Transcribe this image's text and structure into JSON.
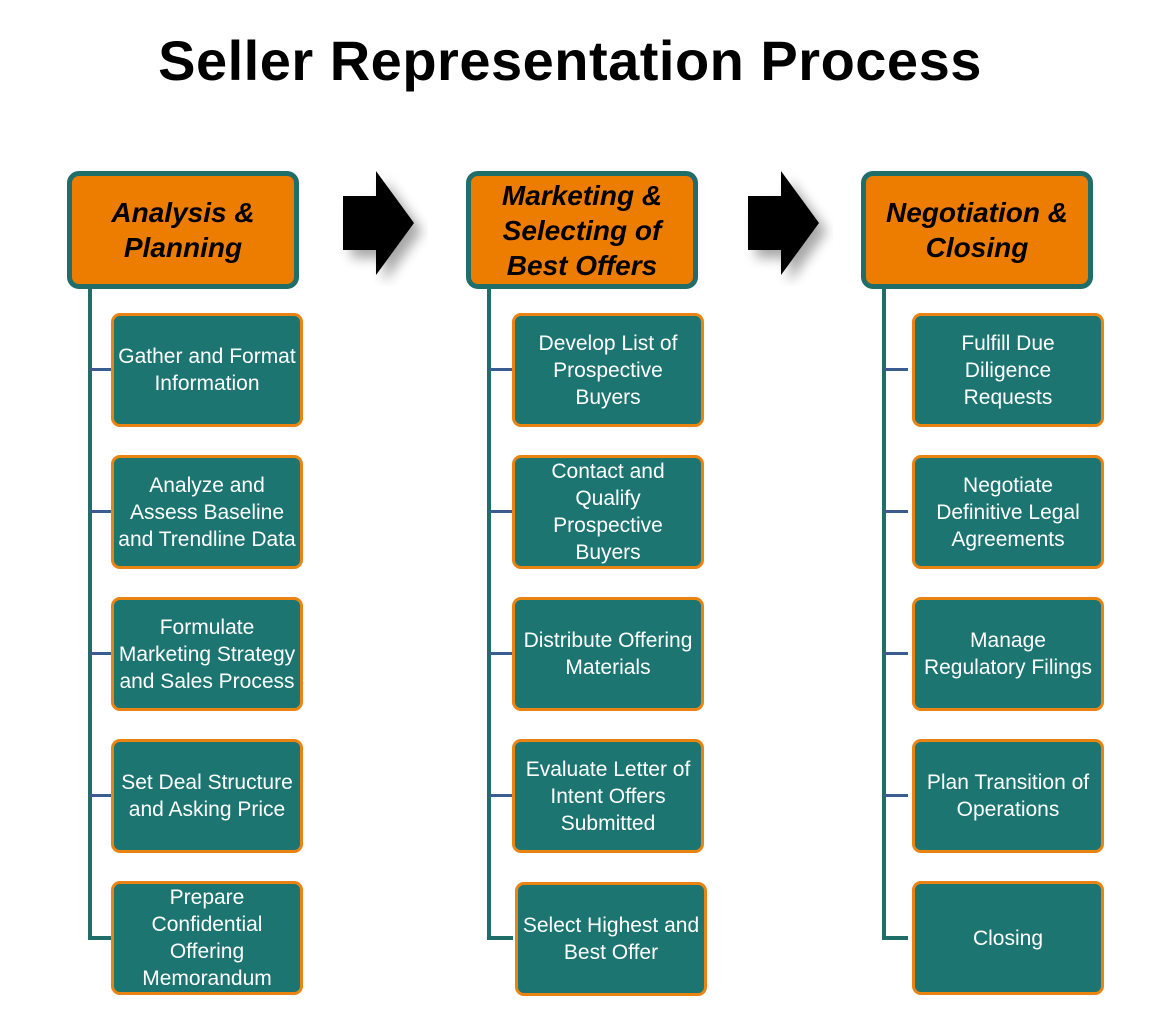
{
  "title": "Seller Representation Process",
  "colors": {
    "header_fill": "#ED7D00",
    "header_border": "#1F6E6A",
    "step_fill": "#1C7571",
    "step_border": "#E98413",
    "connector": "#1F6E6A",
    "tick": "#3B5C8E",
    "arrow": "#000000"
  },
  "arrow_icon": "right-arrow-icon",
  "phases": [
    {
      "heading": "Analysis & Planning",
      "steps": [
        "Gather and Format Information",
        "Analyze and Assess Baseline and Trendline Data",
        "Formulate Marketing Strategy and Sales Process",
        "Set Deal Structure and Asking Price",
        "Prepare Confidential Offering Memorandum"
      ]
    },
    {
      "heading": "Marketing & Selecting of Best Offers",
      "steps": [
        "Develop List of Prospective Buyers",
        "Contact and Qualify Prospective Buyers",
        "Distribute Offering Materials",
        "Evaluate Letter of Intent Offers Submitted",
        "Select Highest and Best Offer"
      ]
    },
    {
      "heading": "Negotiation & Closing",
      "steps": [
        "Fulfill Due Diligence Requests",
        "Negotiate Definitive Legal Agreements",
        "Manage Regulatory Filings",
        "Plan Transition of Operations",
        "Closing"
      ]
    }
  ]
}
